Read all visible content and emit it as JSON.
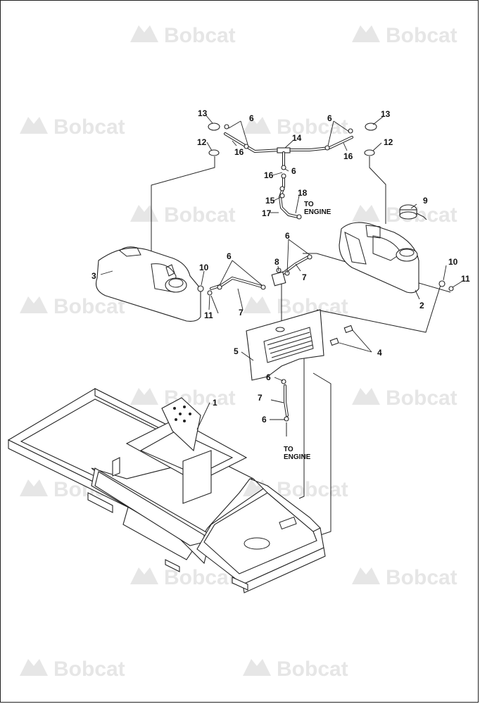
{
  "watermark": {
    "text": "Bobcat",
    "color": "#e6e6e6"
  },
  "callouts": {
    "c1": "1",
    "c2": "2",
    "c3": "3",
    "c4": "4",
    "c5": "5",
    "c6a": "6",
    "c6b": "6",
    "c6c": "6",
    "c6d": "6",
    "c6e": "6",
    "c6f": "6",
    "c6g": "6",
    "c7a": "7",
    "c7b": "7",
    "c7c": "7",
    "c8": "8",
    "c9": "9",
    "c10a": "10",
    "c10b": "10",
    "c11a": "11",
    "c11b": "11",
    "c12a": "12",
    "c12b": "12",
    "c13a": "13",
    "c13b": "13",
    "c14": "14",
    "c15": "15",
    "c16a": "16",
    "c16b": "16",
    "c16c": "16",
    "c17": "17",
    "c18": "18"
  },
  "notes": {
    "to_engine_upper_1": "TO",
    "to_engine_upper_2": "ENGINE",
    "to_engine_lower_1": "TO",
    "to_engine_lower_2": "ENGINE"
  }
}
